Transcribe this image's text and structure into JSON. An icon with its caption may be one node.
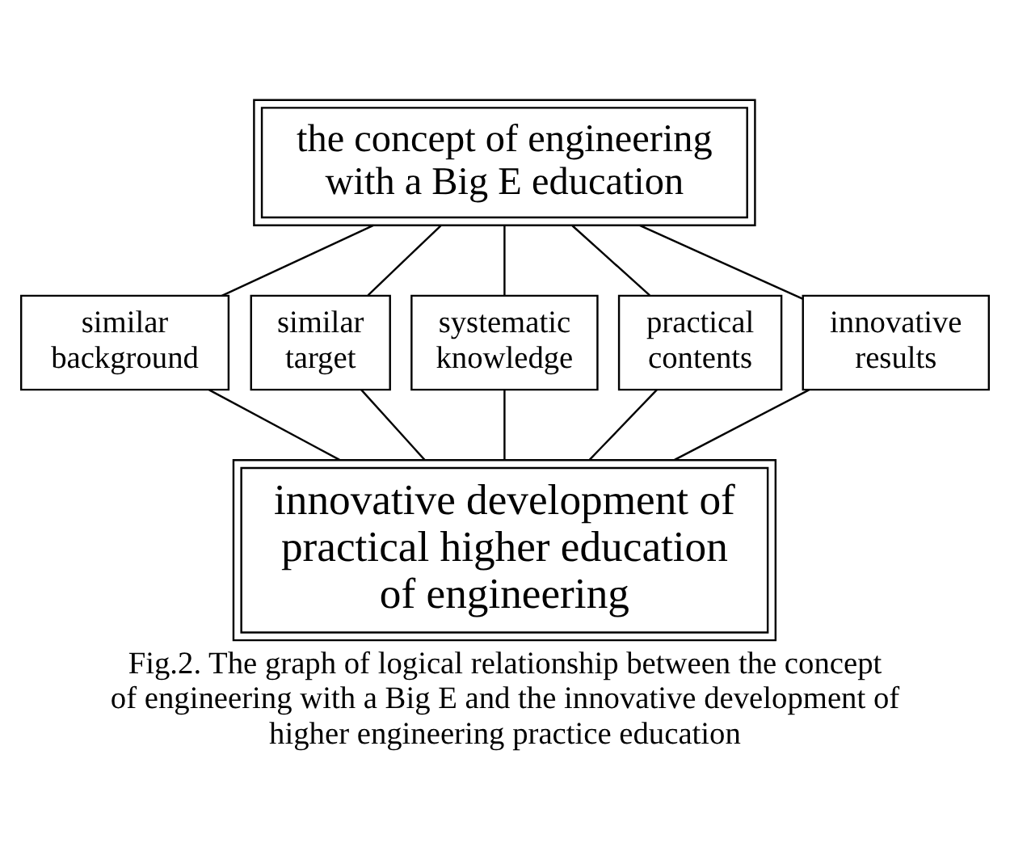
{
  "diagram": {
    "caption": "Fig.2. The graph of logical relationship between the concept of engineering with a Big E and the innovative development of higher engineering practice education",
    "nodes": [
      {
        "text": [
          "the concept of engineering with a Big E education"
        ]
      },
      {
        "text": [
          "similar background"
        ]
      },
      {
        "text": [
          "similar target"
        ]
      },
      {
        "text": [
          "systematic knowledge"
        ]
      },
      {
        "text": [
          "practical contents"
        ]
      },
      {
        "text": [
          "innovative results"
        ]
      },
      {
        "text": [
          "innovative development of practical higher education of engineering"
        ]
      }
    ],
    "edges": [
      {
        "from": 0,
        "to": 1,
        "arrow": "none"
      },
      {
        "from": 0,
        "to": 2,
        "arrow": "none"
      },
      {
        "from": 0,
        "to": 3,
        "arrow": "none"
      },
      {
        "from": 0,
        "to": 4,
        "arrow": "none"
      },
      {
        "from": 0,
        "to": 5,
        "arrow": "none"
      },
      {
        "from": 1,
        "to": 6,
        "arrow": "none"
      },
      {
        "from": 2,
        "to": 6,
        "arrow": "none"
      },
      {
        "from": 3,
        "to": 6,
        "arrow": "none"
      },
      {
        "from": 4,
        "to": 6,
        "arrow": "none"
      },
      {
        "from": 5,
        "to": 6,
        "arrow": "none"
      }
    ]
  }
}
